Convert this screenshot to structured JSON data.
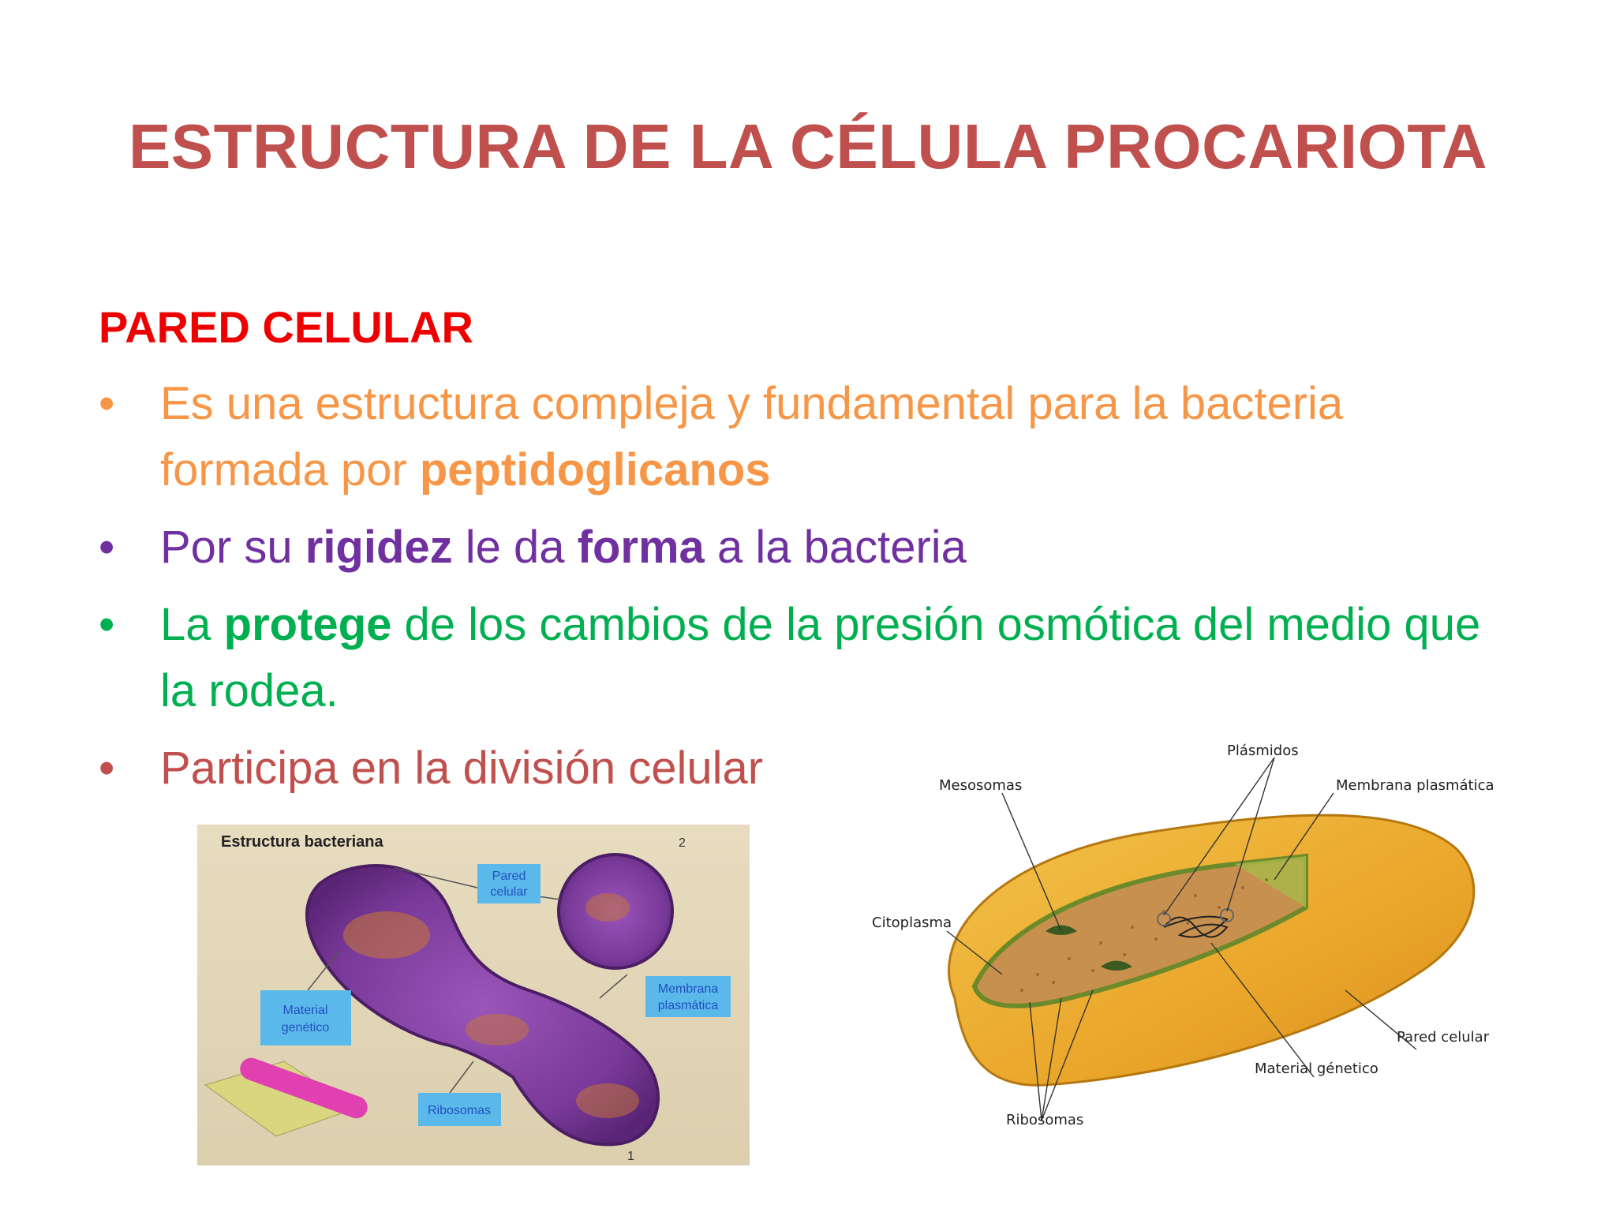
{
  "slide": {
    "title": "ESTRUCTURA DE LA CÉLULA PROCARIOTA",
    "section_heading": "PARED CELULAR"
  },
  "bullets": [
    {
      "color": "#f79646",
      "segments": [
        {
          "text": "Es una estructura compleja y fundamental para la bacteria formada por ",
          "bold": false
        },
        {
          "text": "peptidoglicanos",
          "bold": true
        }
      ]
    },
    {
      "color": "#7030a0",
      "segments": [
        {
          "text": "Por su ",
          "bold": false
        },
        {
          "text": "rigidez",
          "bold": true
        },
        {
          "text": " le da  ",
          "bold": false
        },
        {
          "text": "forma",
          "bold": true
        },
        {
          "text": "  a la bacteria",
          "bold": false
        }
      ]
    },
    {
      "color": "#00b050",
      "segments": [
        {
          "text": "La ",
          "bold": false
        },
        {
          "text": "protege",
          "bold": true
        },
        {
          "text": " de los cambios de la presión osmótica del medio que la rodea.",
          "bold": false
        }
      ]
    },
    {
      "color": "#c0504d",
      "segments": [
        {
          "text": "Participa en la división celular",
          "bold": false
        }
      ]
    }
  ],
  "figure_left": {
    "title": "Estructura bacteriana",
    "number_top": "2",
    "number_bottom": "1",
    "labels": {
      "pared_1": "Pared",
      "pared_2": "celular",
      "membrana_1": "Membrana",
      "membrana_2": "plasmática",
      "material_1": "Material",
      "material_2": "genético",
      "ribosomas": "Ribosomas"
    }
  },
  "figure_right": {
    "labels": {
      "plasmidos": "Plásmidos",
      "mesosomas": "Mesosomas",
      "membrana": "Membrana plasmática",
      "citoplasma": "Citoplasma",
      "pared": "Pared celular",
      "material": "Material génetico",
      "ribosomas": "Ribosomas"
    }
  }
}
